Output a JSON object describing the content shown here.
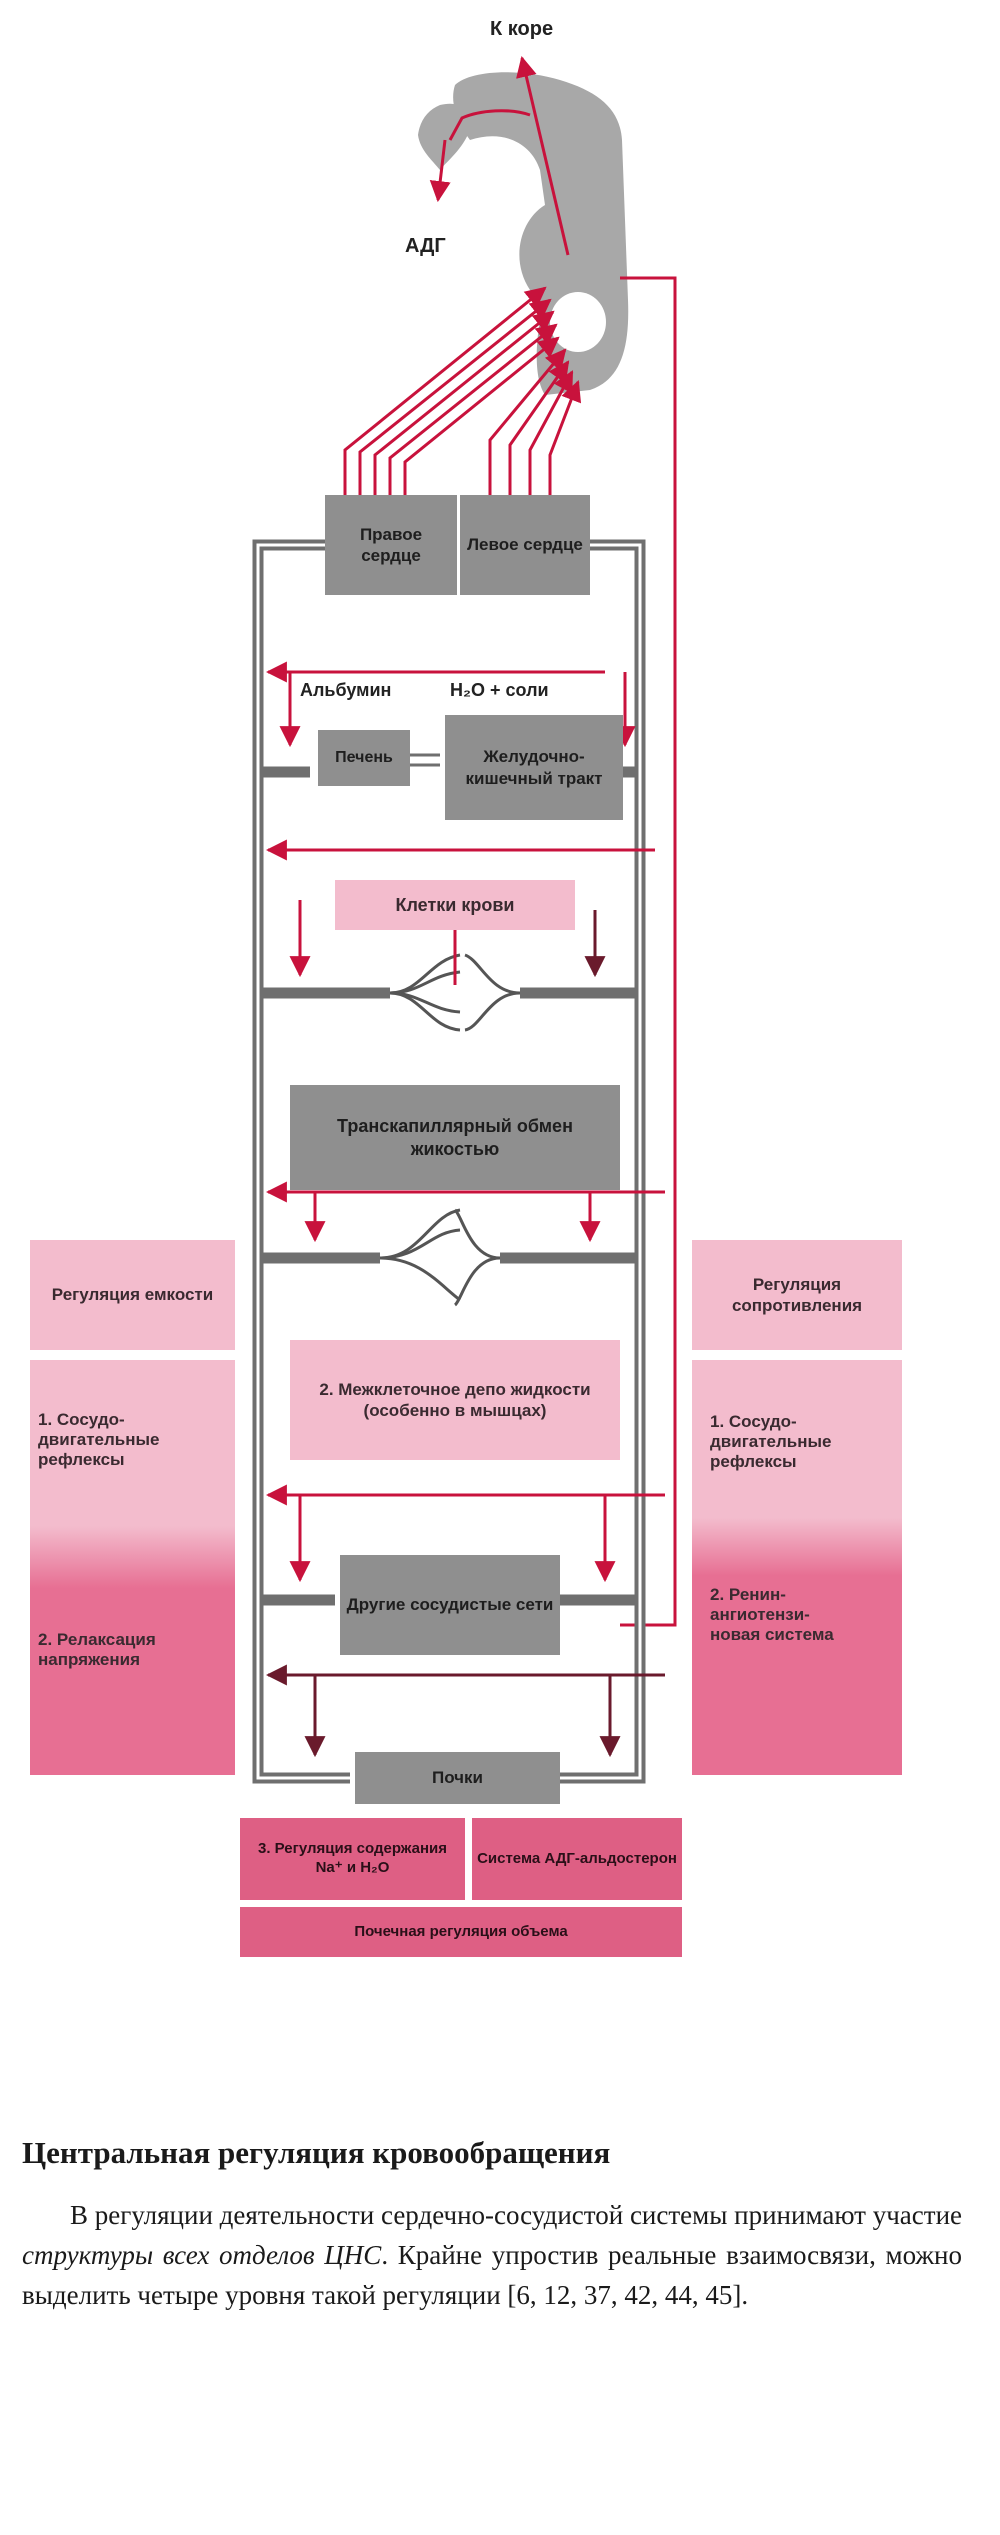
{
  "diagram": {
    "labels": {
      "to_cortex": "К коре",
      "adh": "АДГ",
      "albumin": "Альбумин",
      "water_salts": "H₂O + соли"
    },
    "boxes": {
      "right_heart": "Правое сердце",
      "left_heart": "Левое сердце",
      "liver": "Печень",
      "gi_tract": "Желудочно-кишечный тракт",
      "blood_cells": "Клетки крови",
      "transcapillary": "Транскапиллярный обмен жикостью",
      "interstitial_depot": "2. Межклеточное депо жидкости (особенно в мышцах)",
      "other_vascular": "Другие сосудистые сети",
      "kidneys": "Почки",
      "na_water_regulation": "3. Регуляция содержания Na⁺ и H₂O",
      "adh_aldosterone": "Система АДГ-альдостерон",
      "renal_volume": "Почечная регуляция объема"
    },
    "left_column": {
      "header": "Регуляция емкости",
      "item1": "1. Сосудо-двигательные рефлексы",
      "item2": "2. Релаксация напряжения"
    },
    "right_column": {
      "header": "Регуляция сопротивления",
      "item1": "1. Сосудо-двигательные рефлексы",
      "item2": "2. Ренин-ангиотензи-новая система"
    }
  },
  "document": {
    "title": "Центральная регуляция кровообращения",
    "para_1": "В регуляции деятельности сердечно-сосудистой системы принимают участие ",
    "para_emph": "структуры всех отделов ЦНС",
    "para_2": ". Крайне упростив реальные взаимосвязи, можно выделить четыре уровня такой регуляции [6, 12, 37, 42, 44, 45]."
  },
  "colors": {
    "accent_red": "#c8123c",
    "vessel_gray": "#6f6f6f",
    "brain_gray": "#a8a8a8",
    "box_gray": "#8f8f8f",
    "pink_light": "#f3bccd",
    "pink_mid": "#ec8fa9",
    "pink_dark": "#de5f84"
  }
}
